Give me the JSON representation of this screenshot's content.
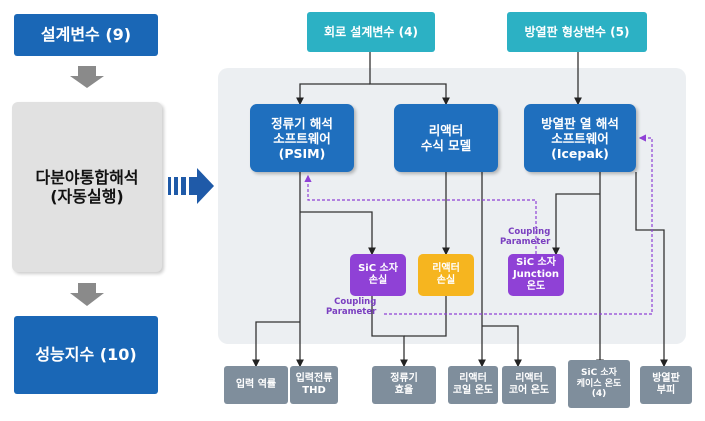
{
  "left": {
    "design_vars": "설계변수 (9)",
    "analysis": "다분야통합해석\n(자동실행)",
    "perf": "성능지수 (10)"
  },
  "top": {
    "circuit_vars": "회로 설계변수 (4)",
    "heatsink_vars": "방열판 형상변수 (5)"
  },
  "blocks": {
    "psim": "정류기 해석\n소프트웨어\n(PSIM)",
    "reactor": "리액터\n수식 모델",
    "icepak": "방열판 열 해석\n소프트웨어\n(Icepak)",
    "sic_loss": "SiC 소자\n손실",
    "reactor_loss": "리액터\n손실",
    "junction": "SiC 소자\nJunction\n온도"
  },
  "coupling": {
    "c1": "Coupling\nParameter",
    "c2": "Coupling\nParameter"
  },
  "outputs": [
    "입력 역률",
    "입력전류\nTHD",
    "정류기\n효율",
    "리액터\n코일 온도",
    "리액터\n코어 온도",
    "SiC 소자\n케이스 온도\n(4)",
    "방열판\n부피"
  ],
  "colors": {
    "primary_blue": "#1a67b6",
    "teal": "#2cb1c4",
    "purple": "#8f41d6",
    "orange": "#f6b51f",
    "output_gray": "#7f8e9c",
    "panel": "#eceff2"
  }
}
